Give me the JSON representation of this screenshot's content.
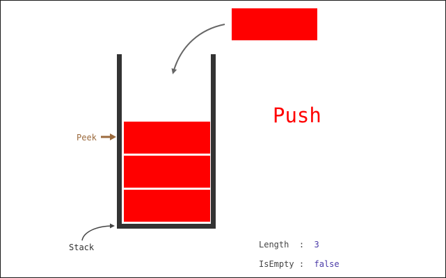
{
  "operation": {
    "title": "Push"
  },
  "labels": {
    "peek": "Peek",
    "stack": "Stack"
  },
  "info": {
    "length_key": "Length",
    "length_value": "3",
    "is_empty_key": "IsEmpty",
    "is_empty_value": "false",
    "separator": ":"
  },
  "colors": {
    "item": "#ff0000",
    "wall": "#333333",
    "peek_arrow": "#9b6a3d",
    "value_text": "#4a3aa8"
  }
}
